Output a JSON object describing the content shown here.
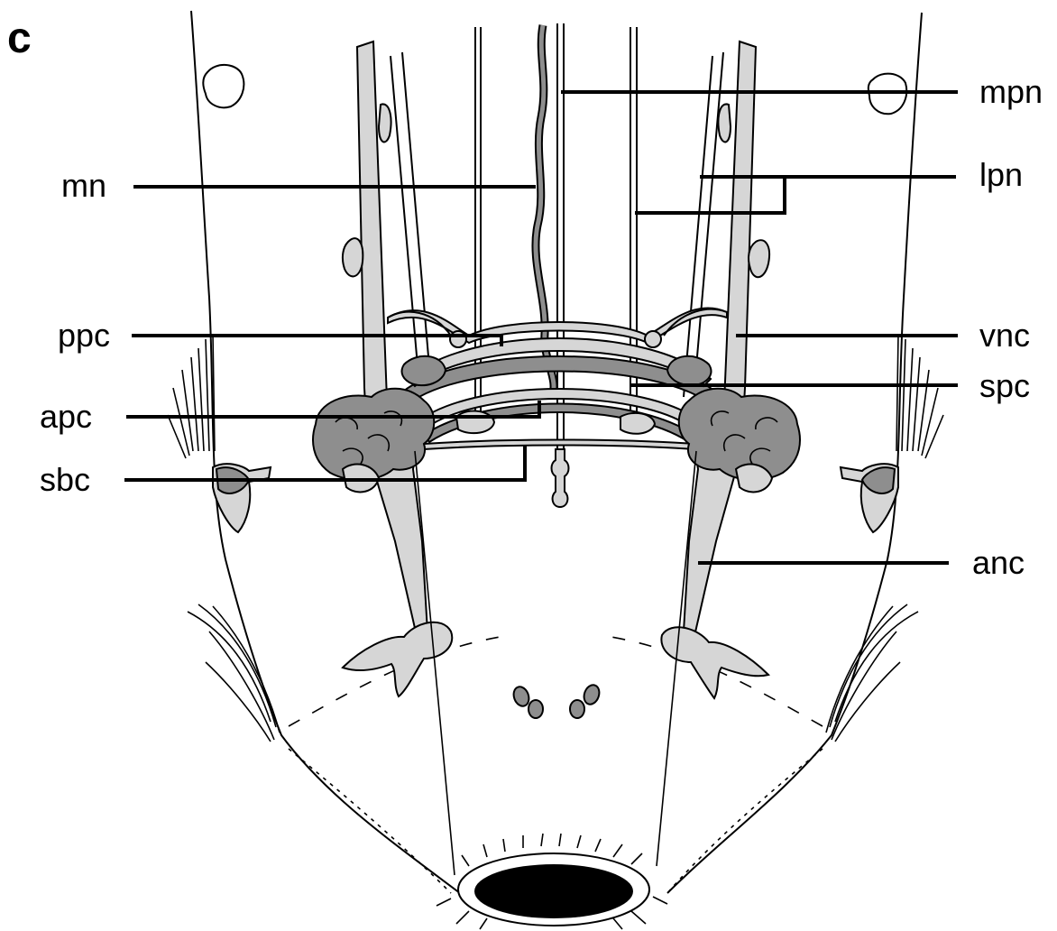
{
  "figure": {
    "panel_letter": "c",
    "labels": {
      "mpn": "mpn",
      "lpn": "lpn",
      "mn": "mn",
      "vnc": "vnc",
      "ppc": "ppc",
      "spc": "spc",
      "apc": "apc",
      "sbc": "sbc",
      "anc": "anc"
    },
    "colors": {
      "light_gray": "#d6d6d6",
      "dark_gray": "#8e8e8e",
      "line": "#000000",
      "background": "#ffffff"
    }
  }
}
